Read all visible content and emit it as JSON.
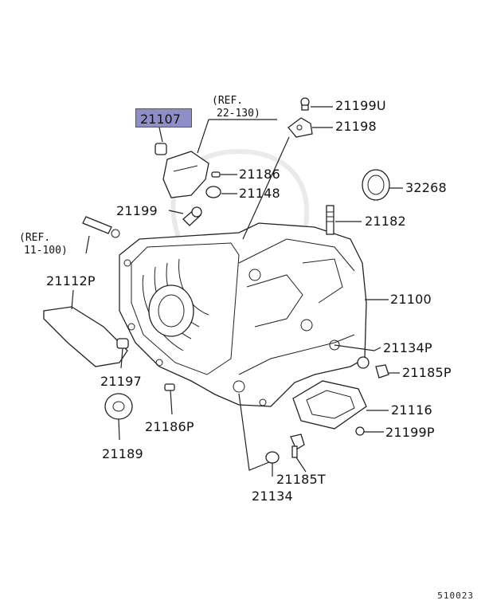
{
  "diagram": {
    "highlighted_part": "21107",
    "diagram_code": "510023",
    "references": {
      "ref_22": {
        "line1": "(REF.",
        "line2": "22-130)"
      },
      "ref_11": {
        "line1": "(REF.",
        "line2": "11-100)"
      }
    },
    "parts": {
      "p21199U": "21199U",
      "p21198": "21198",
      "p32268": "32268",
      "p21186": "21186",
      "p21148": "21148",
      "p21199": "21199",
      "p21182": "21182",
      "p21112P": "21112P",
      "p21100": "21100",
      "p21134P": "21134P",
      "p21185P": "21185P",
      "p21197": "21197",
      "p21116": "21116",
      "p21199P": "21199P",
      "p21186P": "21186P",
      "p21189": "21189",
      "p21185T": "21185T",
      "p21134": "21134"
    }
  }
}
